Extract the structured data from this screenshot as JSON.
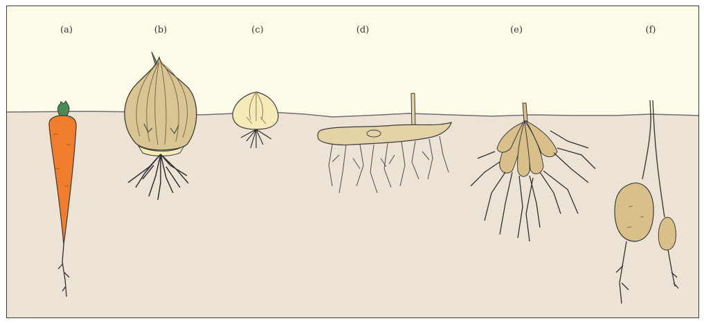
{
  "labels": {
    "a": "(a)",
    "b": "(b)",
    "c": "(c)",
    "d": "(d)",
    "e": "(e)",
    "f": "(f)"
  },
  "colors": {
    "sky": "#fdfbe8",
    "soil": "#ece3d5",
    "ground_line": "#6e6e6e",
    "carrot": "#f07d2c",
    "carrot_top": "#4a8a57",
    "bulb": "#d9c493",
    "bulb_light": "#f5ebb8",
    "rhizome": "#e5d3a8",
    "tuber": "#d9c08a",
    "sprout": "#5fa58c",
    "outline": "#3a3a3a",
    "root": "#2e2e2e"
  },
  "items": [
    {
      "key": "a",
      "subject": "carrot",
      "icon": "carrot-taproot-icon"
    },
    {
      "key": "b",
      "subject": "onion bulb",
      "icon": "onion-bulb-icon"
    },
    {
      "key": "c",
      "subject": "small bulb",
      "icon": "small-bulb-icon"
    },
    {
      "key": "d",
      "subject": "rhizome",
      "icon": "rhizome-icon"
    },
    {
      "key": "e",
      "subject": "tuberous roots",
      "icon": "tuberous-root-icon"
    },
    {
      "key": "f",
      "subject": "tubers",
      "icon": "tuber-icon"
    }
  ]
}
